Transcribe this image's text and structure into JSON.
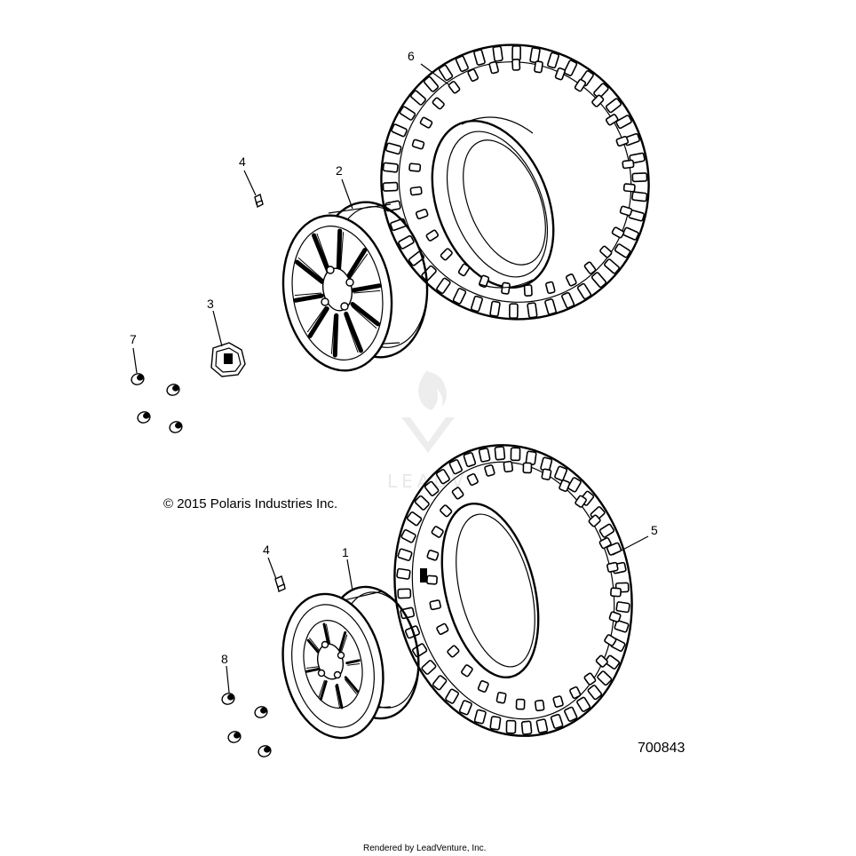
{
  "callouts": {
    "c1": "1",
    "c2": "2",
    "c3": "3",
    "c4a": "4",
    "c4b": "4",
    "c5": "5",
    "c6": "6",
    "c7": "7",
    "c8": "8"
  },
  "copyright": "© 2015 Polaris Industries Inc.",
  "figure_number": "700843",
  "footer": "Rendered by LeadVenture, Inc.",
  "watermark": "LEADV"
}
